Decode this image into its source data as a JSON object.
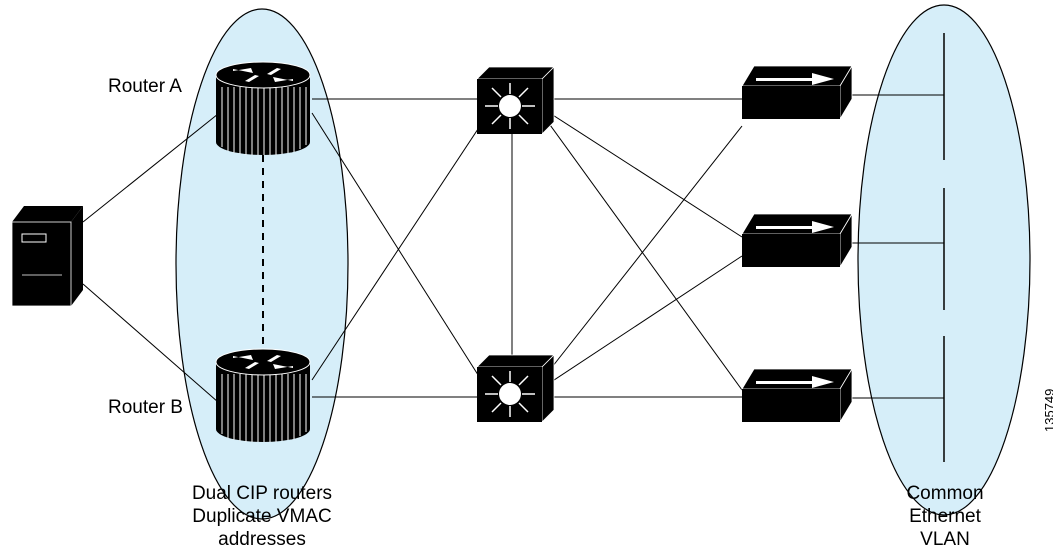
{
  "labels": {
    "router_a": "Router A",
    "router_b": "Router B",
    "cip_group": [
      "Dual CIP routers",
      "Duplicate VMAC",
      "addresses"
    ],
    "vlan_group": [
      "Common",
      "Ethernet",
      "VLAN"
    ],
    "figure_id": "135749"
  },
  "colors": {
    "group_fill": "#d6eef9",
    "outline": "#000000"
  },
  "icons": [
    "server-icon",
    "router-icon",
    "multilayer-switch-icon",
    "workgroup-switch-icon"
  ]
}
